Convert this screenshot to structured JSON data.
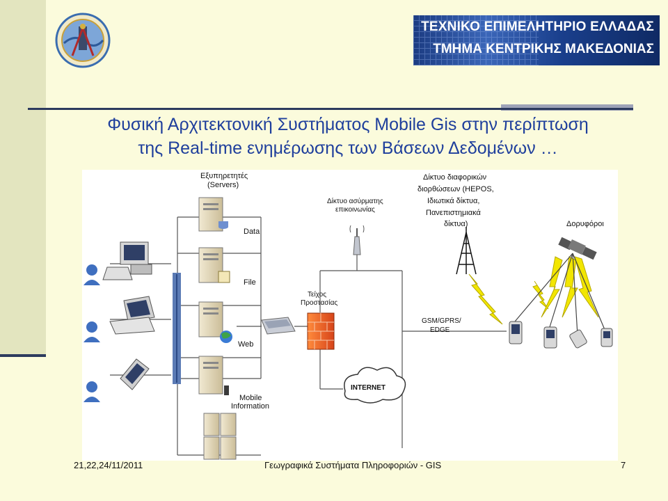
{
  "header": {
    "banner_line1": "ΤΕΧΝΙΚΟ ΕΠΙΜΕΛΗΤΗΡΙΟ ΕΛΛΑΔΑΣ",
    "banner_line2": "ΤΜΗΜΑ ΚΕΝΤΡΙΚΗΣ ΜΑΚΕΔΟΝΙΑΣ"
  },
  "slide": {
    "title_line1": "Φυσική Αρχιτεκτονική Συστήματος Mobile Gis στην περίπτωση",
    "title_line2": "της Real-time ενημέρωσης των Βάσεων Δεδομένων …"
  },
  "diagram": {
    "servers_label_1": "Εξυπηρετητές",
    "servers_label_2": "(Servers)",
    "server_data": "Data",
    "server_file": "File",
    "server_web": "Web",
    "server_mobile_1": "Mobile",
    "server_mobile_2": "Information",
    "wireless_1": "Δίκτυο ασύρματης",
    "wireless_2": "επικοινωνίας",
    "firewall_1": "Τείχος",
    "firewall_2": "Προστασίας",
    "diff_1": "Δίκτυο διαφορικών",
    "diff_2": "διορθώσεων (HEPOS,",
    "diff_3": "Ιδιωτικά δίκτυα,",
    "diff_4": "Πανεπιστημιακά",
    "diff_5": "δίκτυα)",
    "satellites": "Δορυφόροι",
    "gsm_1": "GSM/GPRS/",
    "gsm_2": "EDGE",
    "internet": "INTERNET"
  },
  "footer": {
    "date": "21,22,24/11/2011",
    "course": "Γεωγραφικά Συστήματα Πληροφοριών - GIS",
    "page": "7"
  },
  "colors": {
    "title": "#1f3f9c",
    "background": "#fbfbdc",
    "sidebar": "#e3e5bf",
    "rule": "#2c3a5e",
    "lightning": "#f2e600"
  }
}
